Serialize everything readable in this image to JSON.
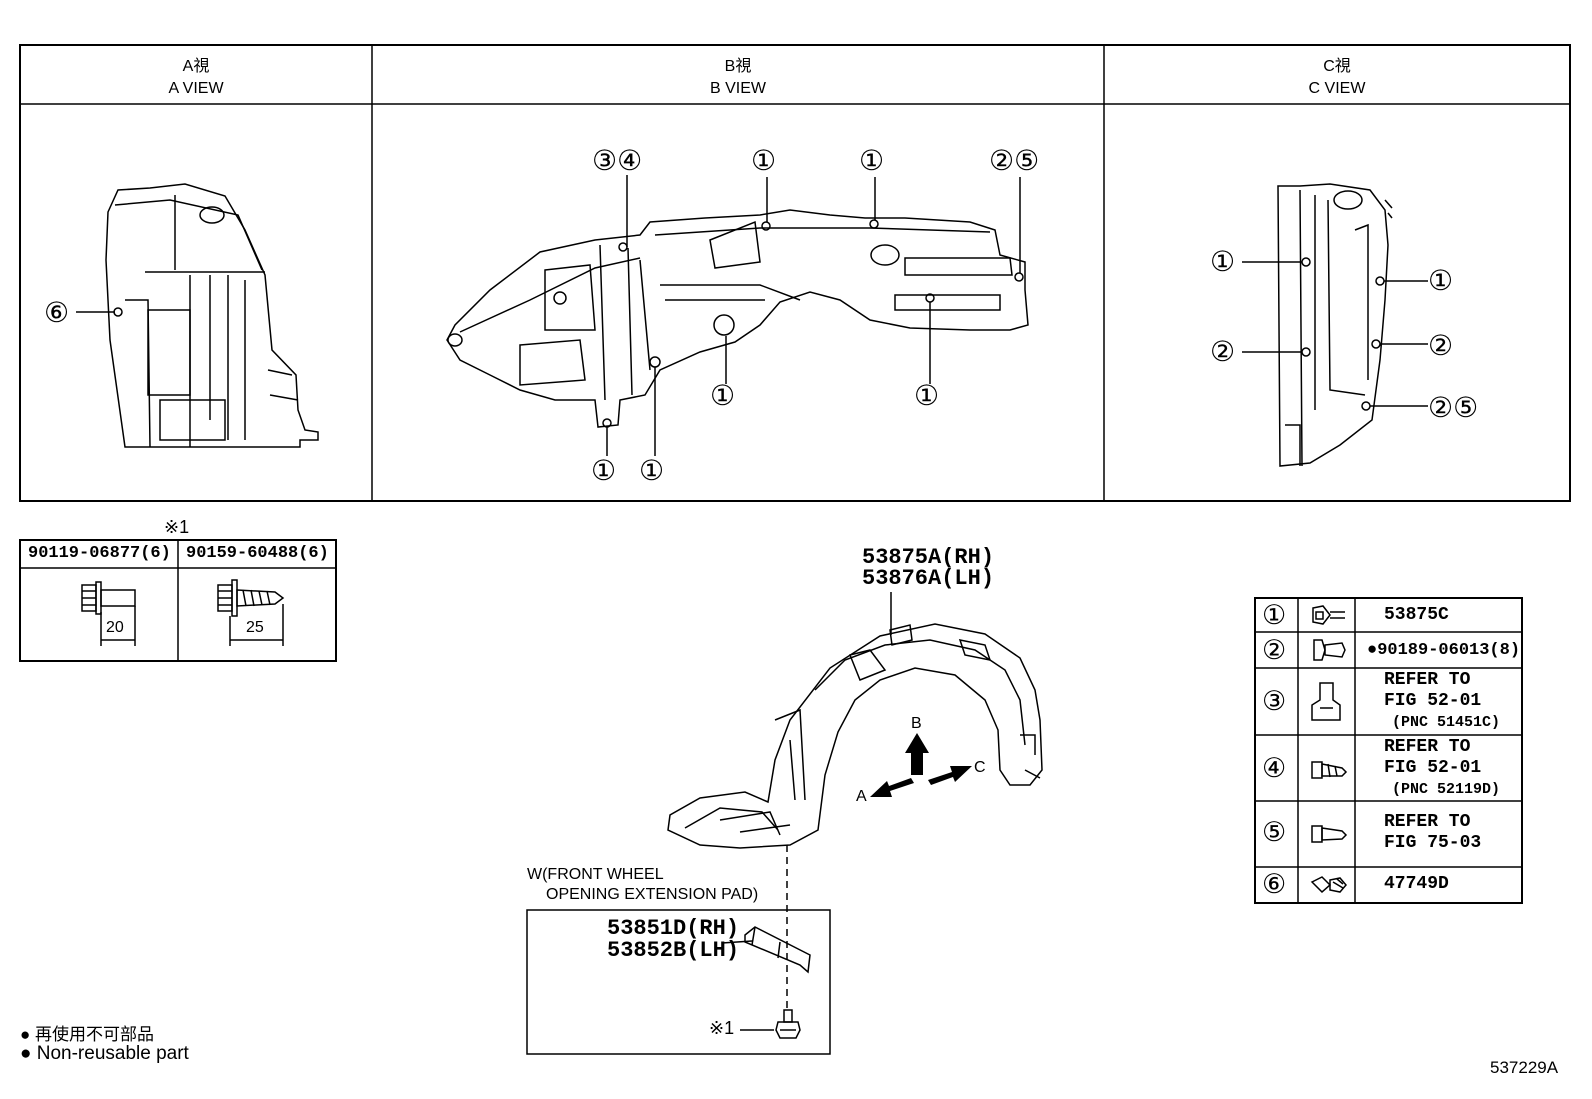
{
  "views": {
    "a": {
      "jp": "A視",
      "en": "A VIEW"
    },
    "b": {
      "jp": "B視",
      "en": "B VIEW"
    },
    "c": {
      "jp": "C視",
      "en": "C VIEW"
    }
  },
  "callouts": {
    "a": [
      "⑥"
    ],
    "b": [
      "③④",
      "①",
      "①",
      "②⑤",
      "①",
      "①",
      "①",
      "①"
    ],
    "c": [
      "①",
      "②",
      "①",
      "②",
      "②⑤"
    ]
  },
  "fasteners": {
    "note": "※1",
    "items": [
      {
        "part": "90119-06877(6)",
        "dim": "20"
      },
      {
        "part": "90159-60488(6)",
        "dim": "25"
      }
    ]
  },
  "main_part": {
    "rh": "53875A(RH)",
    "lh": "53876A(LH)"
  },
  "arrows": {
    "a": "A",
    "b": "B",
    "c": "C"
  },
  "pad": {
    "label_line1": "W(FRONT WHEEL",
    "label_line2": "OPENING EXTENSION PAD)",
    "rh": "53851D(RH)",
    "lh": "53852B(LH)",
    "note": "※1"
  },
  "legend": [
    {
      "num": "①",
      "text": "53875C"
    },
    {
      "num": "②",
      "text": "●90189-06013(8)"
    },
    {
      "num": "③",
      "line1": "REFER TO",
      "line2": "FIG 52-01",
      "line3": "(PNC 51451C)"
    },
    {
      "num": "④",
      "line1": "REFER TO",
      "line2": "FIG 52-01",
      "line3": "(PNC 52119D)"
    },
    {
      "num": "⑤",
      "line1": "REFER TO",
      "line2": "FIG 75-03"
    },
    {
      "num": "⑥",
      "text": "47749D"
    }
  ],
  "footnote": {
    "jp": "● 再使用不可部品",
    "en": "● Non-reusable part"
  },
  "diagram_id": "537229A"
}
